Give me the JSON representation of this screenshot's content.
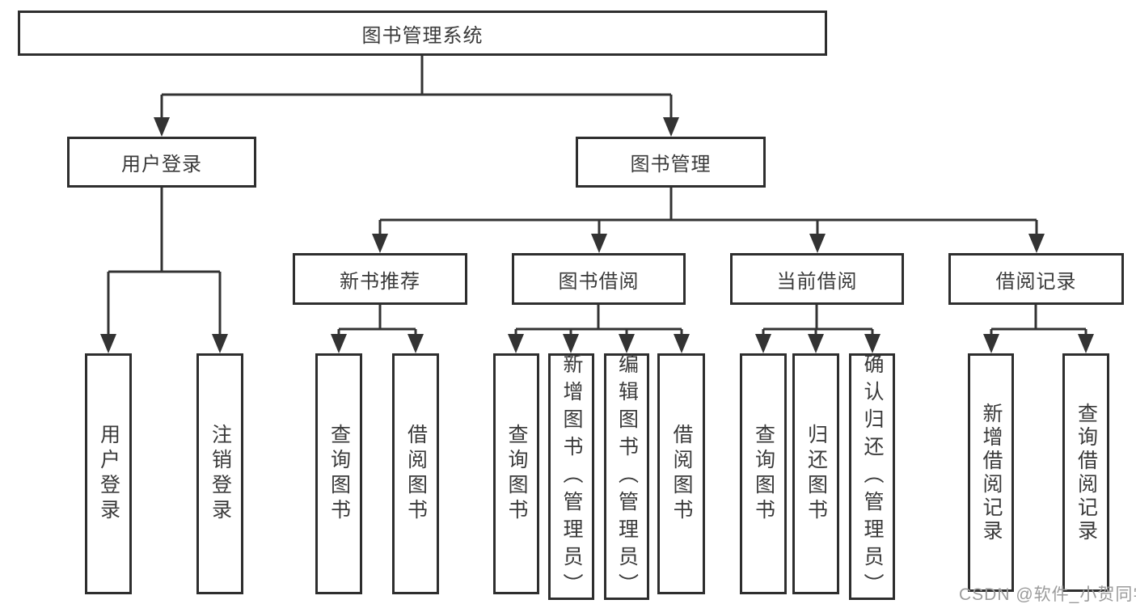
{
  "tree": {
    "root": {
      "label": "图书管理系统"
    },
    "branches": [
      {
        "label": "用户登录",
        "children": [
          {
            "label": "用户登录"
          },
          {
            "label": "注销登录"
          }
        ]
      },
      {
        "label": "图书管理",
        "children": [
          {
            "label": "新书推荐",
            "children": [
              {
                "label": "查询图书"
              },
              {
                "label": "借阅图书"
              }
            ]
          },
          {
            "label": "图书借阅",
            "children": [
              {
                "label": "查询图书"
              },
              {
                "label": "新增图书（管理员）"
              },
              {
                "label": "编辑图书（管理员）"
              },
              {
                "label": "借阅图书"
              }
            ]
          },
          {
            "label": "当前借阅",
            "children": [
              {
                "label": "查询图书"
              },
              {
                "label": "归还图书"
              },
              {
                "label": "确认归还（管理员）"
              }
            ]
          },
          {
            "label": "借阅记录",
            "children": [
              {
                "label": "新增借阅记录"
              },
              {
                "label": "查询借阅记录"
              }
            ]
          }
        ]
      }
    ]
  },
  "watermark": {
    "text": "CSDN @软件_小贺同学"
  },
  "colors": {
    "line": "#333333",
    "box_border": "#2e2e2e",
    "text": "#3a3a3a",
    "watermark": "#9b9b9b",
    "background": "#ffffff"
  }
}
